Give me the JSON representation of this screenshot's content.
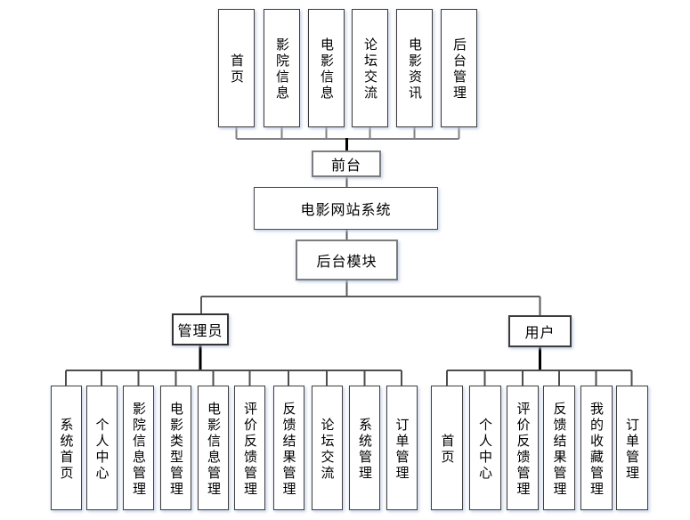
{
  "colors": {
    "node_fill": "#ffffff",
    "node_border_dark": "#3a3a3a",
    "node_border_gray": "#7d7d7d",
    "connector_gray": "#808080",
    "connector_mid": "#5a5a5a",
    "connector_black": "#000000",
    "text": "#000000",
    "shadow_tint": "#c5d3e8"
  },
  "diagram": {
    "root_label": "电影网站系统",
    "front": {
      "parent_label": "前台",
      "modules": [
        "首页",
        "影院信息",
        "电影信息",
        "论坛交流",
        "电影资讯",
        "后台管理"
      ]
    },
    "back": {
      "parent_label": "后台模块",
      "admin": {
        "label": "管理员",
        "modules": [
          "系统首页",
          "个人中心",
          "影院信息管理",
          "电影类型管理",
          "电影信息管理",
          "评价反馈管理",
          "反馈结果管理",
          "论坛交流",
          "系统管理",
          "订单管理"
        ]
      },
      "user": {
        "label": "用户",
        "modules": [
          "首页",
          "个人中心",
          "评价反馈管理",
          "反馈结果管理",
          "我的收藏管理",
          "订单管理"
        ]
      }
    }
  }
}
